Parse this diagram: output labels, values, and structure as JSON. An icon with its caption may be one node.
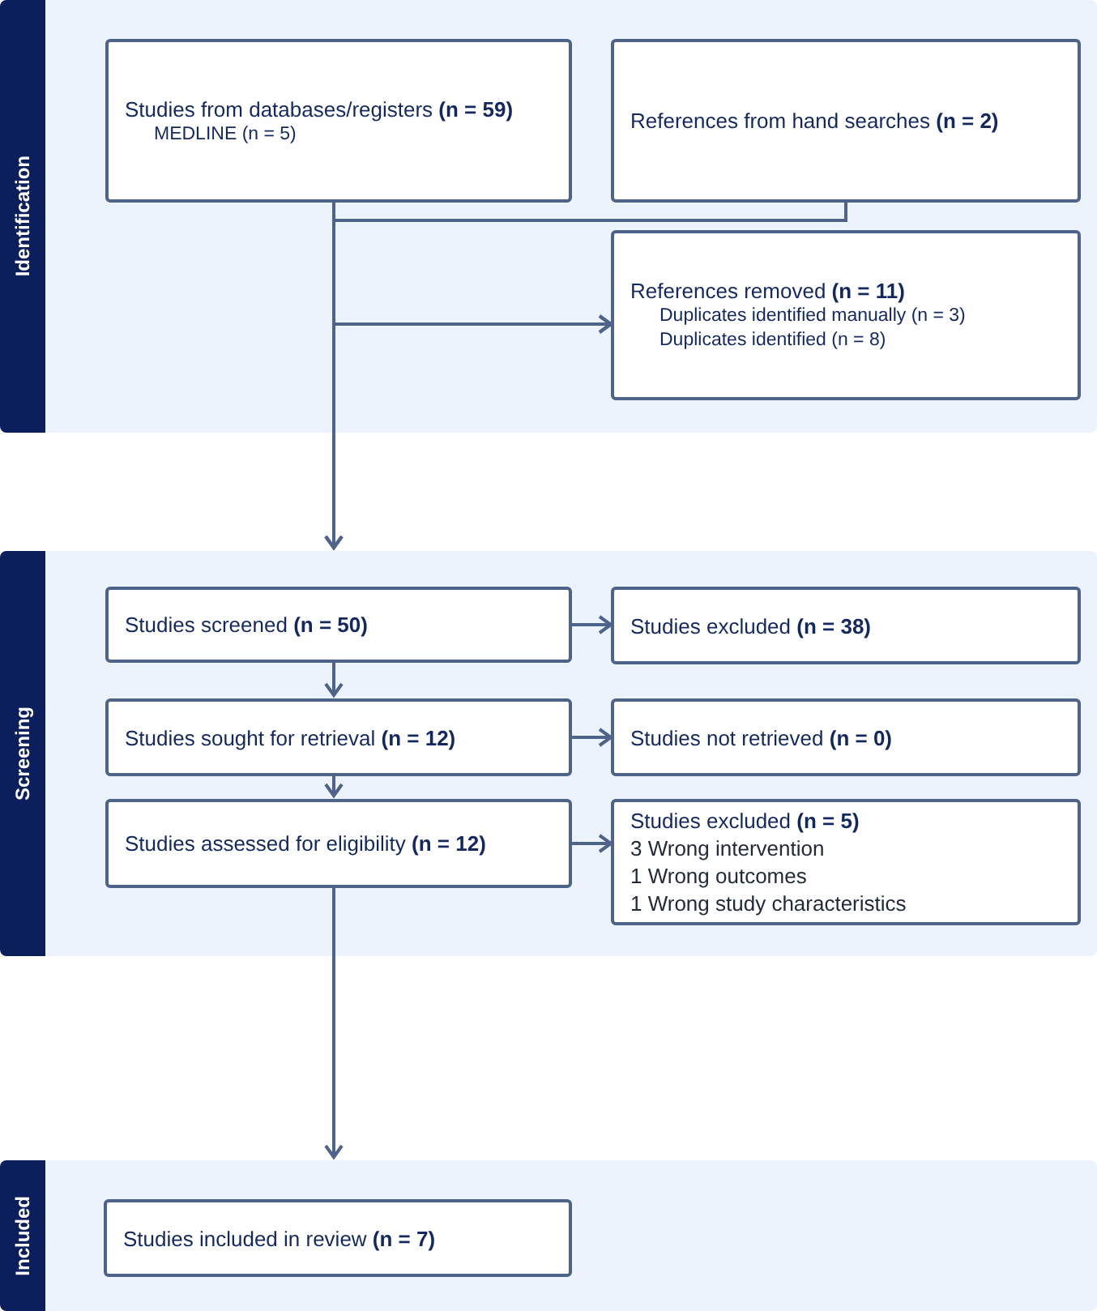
{
  "diagram": {
    "nodes": [
      {
        "text": [
          "Identification"
        ]
      },
      {
        "text": [
          "Studies from databases/registers **(n = 59)**",
          "MEDLINE (n = 5)"
        ],
        "in": 0
      },
      {
        "text": [
          "References from hand searches **(n = 2)**"
        ],
        "in": 0
      },
      {
        "text": [
          "References removed **(n = 11)**",
          "Duplicates identified manually (n = 3)",
          "Duplicates identified (n = 8)"
        ],
        "in": 0
      },
      {
        "text": [
          "Screening"
        ]
      },
      {
        "text": [
          "Studies screened **(n = 50)**"
        ],
        "in": 4
      },
      {
        "text": [
          "Studies excluded **(n = 38)**"
        ],
        "in": 4
      },
      {
        "text": [
          "Studies sought for retrieval **(n = 12)**"
        ],
        "in": 4
      },
      {
        "text": [
          "Studies not retrieved **(n = 0)**"
        ],
        "in": 4
      },
      {
        "text": [
          "Studies assessed for eligibility **(n = 12)**"
        ],
        "in": 4
      },
      {
        "text": [
          "Studies excluded **(n = 5)**",
          "3 Wrong intervention",
          "1 Wrong outcomes",
          "1 Wrong study characteristics"
        ],
        "in": 4
      },
      {
        "text": [
          "Included"
        ]
      },
      {
        "text": [
          "Studies included in review **(n = 7)**"
        ],
        "in": 11
      }
    ],
    "edges": [
      {
        "from": 1,
        "to": 4,
        "arrow": "to"
      },
      {
        "from": 2,
        "to": 4,
        "arrow": "to"
      },
      {
        "from": 1,
        "to": 3,
        "arrow": "to"
      },
      {
        "from": 2,
        "to": 3,
        "arrow": "to"
      },
      {
        "from": 5,
        "to": 6,
        "arrow": "to"
      },
      {
        "from": 5,
        "to": 7,
        "arrow": "to"
      },
      {
        "from": 7,
        "to": 8,
        "arrow": "to"
      },
      {
        "from": 7,
        "to": 9,
        "arrow": "to"
      },
      {
        "from": 9,
        "to": 10,
        "arrow": "to"
      },
      {
        "from": 9,
        "to": 11,
        "arrow": "to"
      }
    ]
  }
}
